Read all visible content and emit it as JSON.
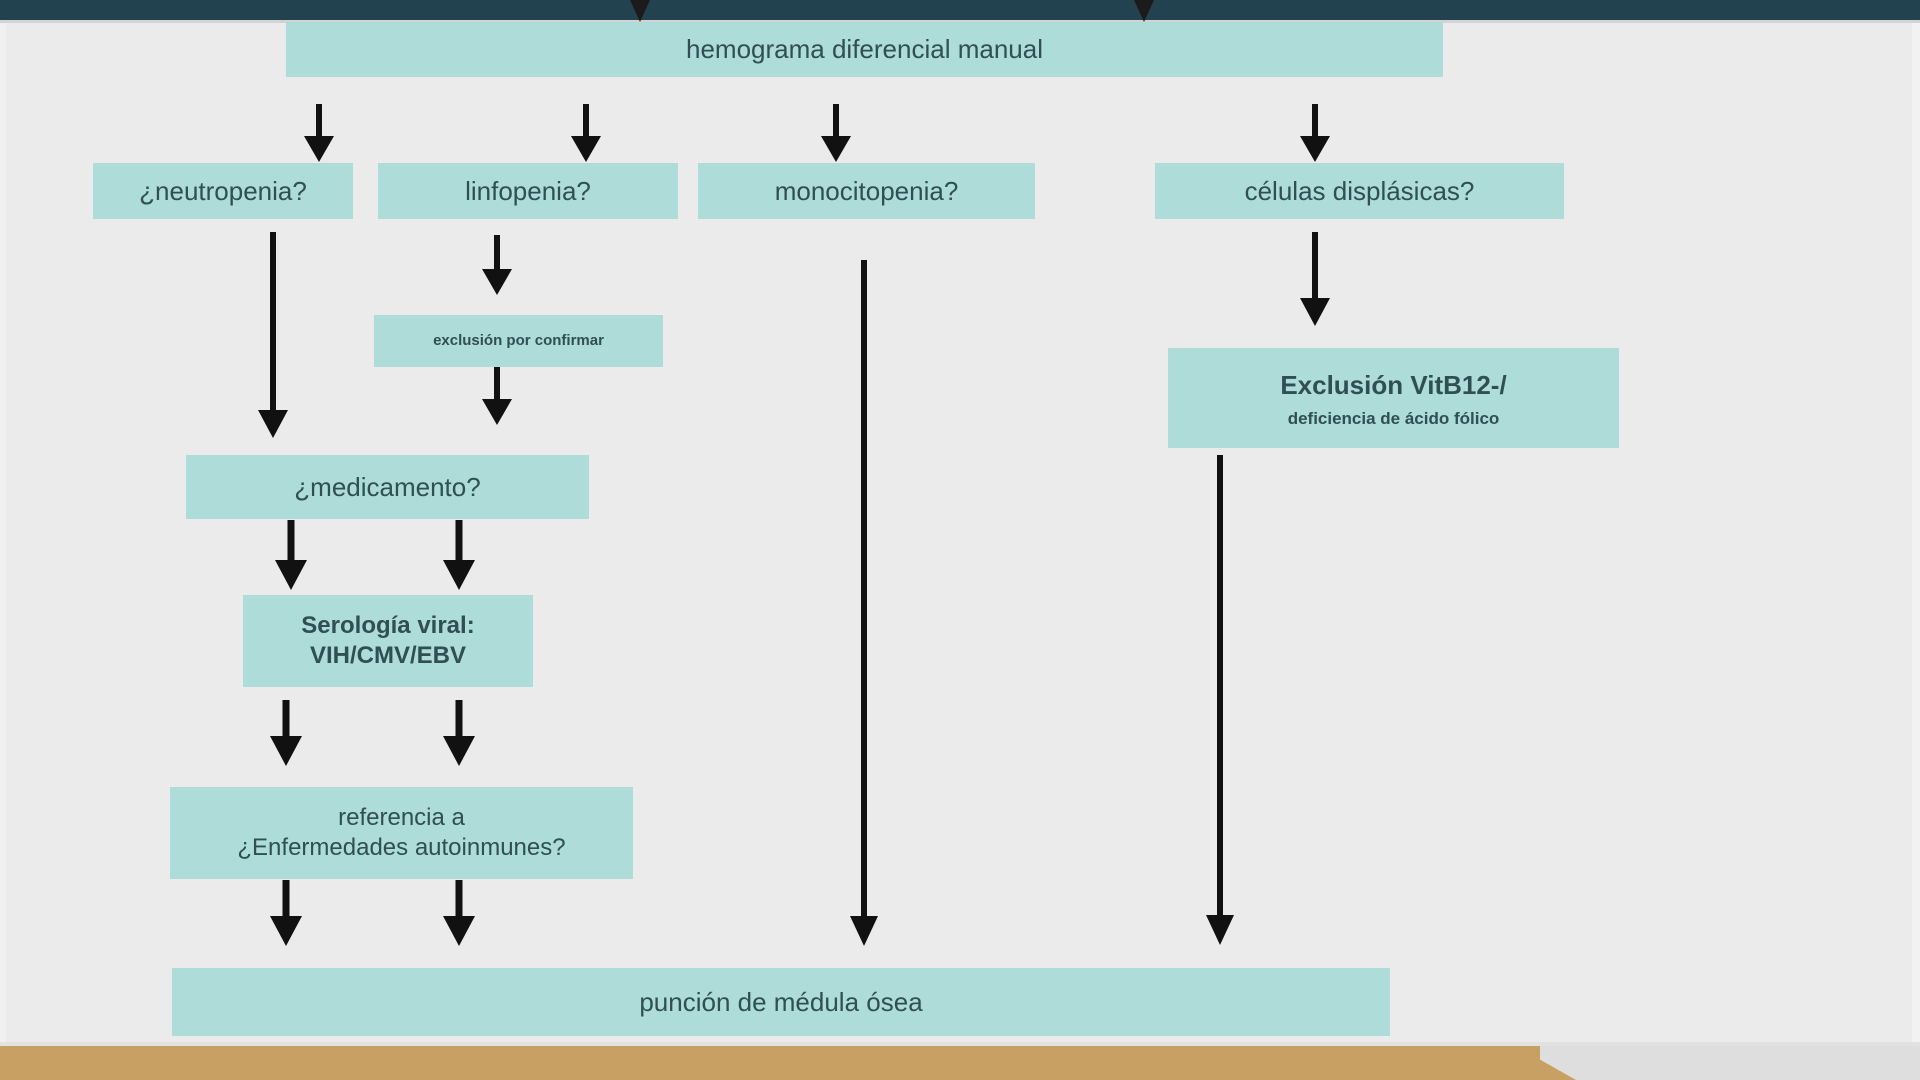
{
  "slide": {
    "background_color": "#ebebeb",
    "top_bar_color": "#23424f",
    "bottom_bar_color": "#c9a063",
    "node_fill_color": "#aedcd9",
    "node_text_color": "#2f4f52",
    "arrow_color": "#000000"
  },
  "diagram": {
    "type": "flowchart",
    "title": "hemograma diferencial manual",
    "language": "es",
    "nodes": [
      {
        "id": "n0",
        "label": "hemograma diferencial manual",
        "sublabel": ""
      },
      {
        "id": "n1",
        "label": "¿neutropenia?",
        "sublabel": ""
      },
      {
        "id": "n2",
        "label": "linfopenia?",
        "sublabel": ""
      },
      {
        "id": "n3",
        "label": "monocitopenia?",
        "sublabel": ""
      },
      {
        "id": "n4",
        "label": "células displásicas?",
        "sublabel": ""
      },
      {
        "id": "n5",
        "label": "exclusión por confirmar",
        "sublabel": ""
      },
      {
        "id": "n6",
        "label": "Exclusión VitB12-/",
        "sublabel": "deficiencia de ácido fólico"
      },
      {
        "id": "n7",
        "label": "¿medicamento?",
        "sublabel": ""
      },
      {
        "id": "n8",
        "label": "Serología viral:",
        "sublabel": "VIH/CMV/EBV"
      },
      {
        "id": "n9",
        "label": "referencia a",
        "sublabel": "¿Enfermedades autoinmunes?"
      },
      {
        "id": "n10",
        "label": "punción de médula ósea",
        "sublabel": ""
      }
    ],
    "edges": [
      {
        "from": "n0",
        "to": "n1"
      },
      {
        "from": "n0",
        "to": "n2"
      },
      {
        "from": "n0",
        "to": "n3"
      },
      {
        "from": "n0",
        "to": "n4"
      },
      {
        "from": "n1",
        "to": "n7"
      },
      {
        "from": "n2",
        "to": "n5"
      },
      {
        "from": "n5",
        "to": "n7"
      },
      {
        "from": "n3",
        "to": "n10"
      },
      {
        "from": "n4",
        "to": "n6"
      },
      {
        "from": "n6",
        "to": "n10"
      },
      {
        "from": "n7",
        "to": "n8"
      },
      {
        "from": "n8",
        "to": "n9"
      },
      {
        "from": "n9",
        "to": "n10"
      }
    ]
  }
}
